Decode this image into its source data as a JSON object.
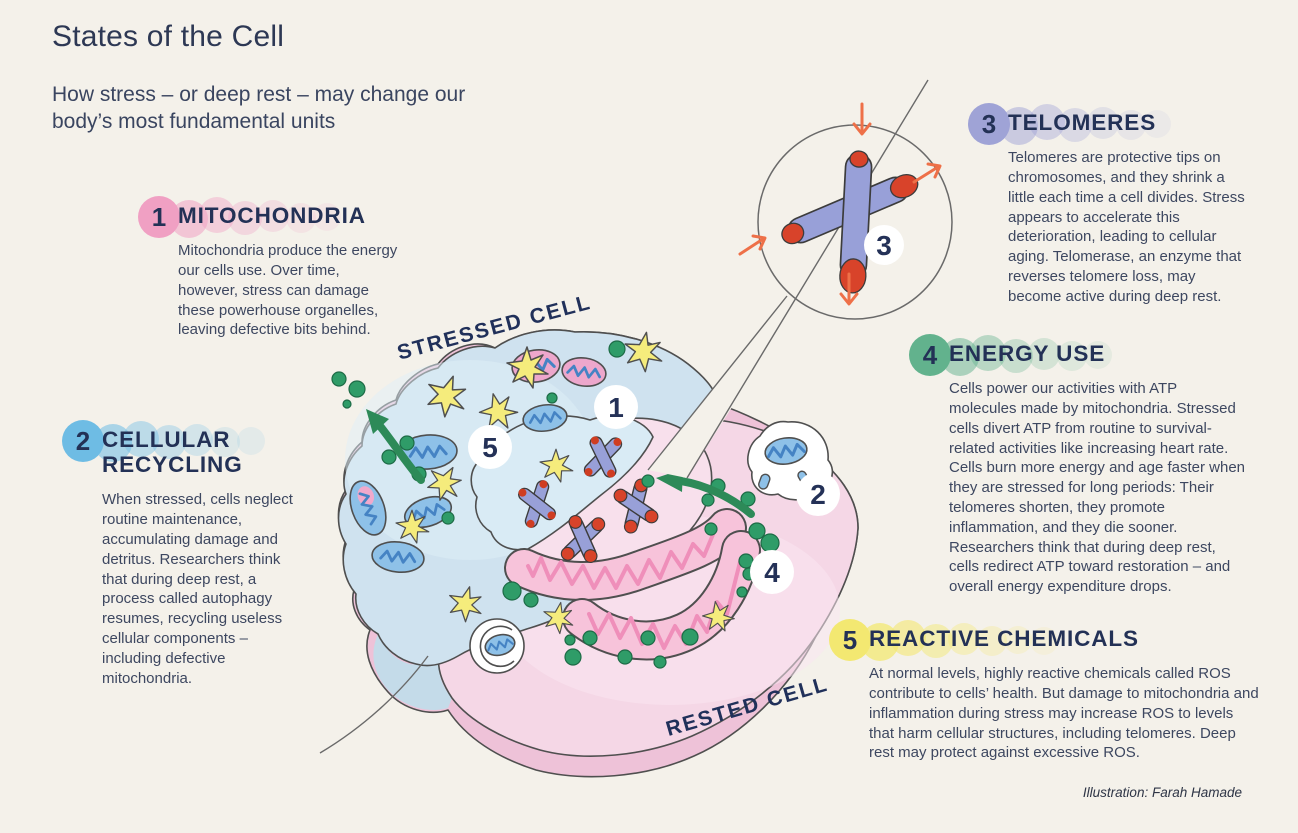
{
  "header": {
    "title": "States of the Cell",
    "subtitle": "How stress – or deep rest – may change our body’s most fundamental units"
  },
  "sections": [
    {
      "number": "1",
      "title": "MITOCHONDRIA",
      "accent_color": "#f0a0c3",
      "body": "Mitochondria produce the energy our cells use. Over time, however, stress can damage these powerhouse organelles, leaving defective bits behind."
    },
    {
      "number": "2",
      "title": "CELLULAR RECYCLING",
      "accent_color": "#6ebce4",
      "body": "When stressed, cells neglect routine maintenance, accumulating damage and detritus. Researchers think that during deep rest, a process called autophagy resumes, recycling useless cellular components – including defective mitochondria."
    },
    {
      "number": "3",
      "title": "TELOMERES",
      "accent_color": "#9fa3d6",
      "body": "Telomeres are protective tips on chromosomes, and they shrink a little each time a cell divides. Stress appears to accelerate this deterioration, leading to cellular aging. Telomerase, an enzyme that reverses telomere loss, may become active during deep rest."
    },
    {
      "number": "4",
      "title": "ENERGY USE",
      "accent_color": "#62b28d",
      "body": "Cells power our activities with ATP molecules made by mitochondria. Stressed cells divert ATP from routine to survival-related activities like increasing heart rate. Cells burn more energy and age faster when they are stressed for long periods: Their telomeres shorten, they promote inflammation, and they die sooner. Researchers think that during deep rest, cells redirect ATP toward restoration – and overall energy expenditure drops."
    },
    {
      "number": "5",
      "title": "REACTIVE CHEMICALS",
      "accent_color": "#f3e871",
      "body": "At normal levels, highly reactive chemicals called ROS contribute to cells’ health. But damage to mitochondria and inflammation during stress may increase ROS to levels that harm cellular structures, including telomeres. Deep rest may protect against excessive ROS."
    }
  ],
  "illustration": {
    "stressed_label": "STRESSED CELL",
    "rested_label": "RESTED CELL",
    "markers": {
      "n1": "1",
      "n2": "2",
      "n3": "3",
      "n4": "4",
      "n5": "5"
    },
    "palette": {
      "stressed_fill": "#cfe2ef",
      "rested_fill": "#f5d7e6",
      "ros_star": "#f5ec7c",
      "atp_dot": "#2f9c68",
      "chromosome": "#98a0d8",
      "telomere": "#d8432a"
    }
  },
  "credit": "Illustration: Farah Hamade"
}
